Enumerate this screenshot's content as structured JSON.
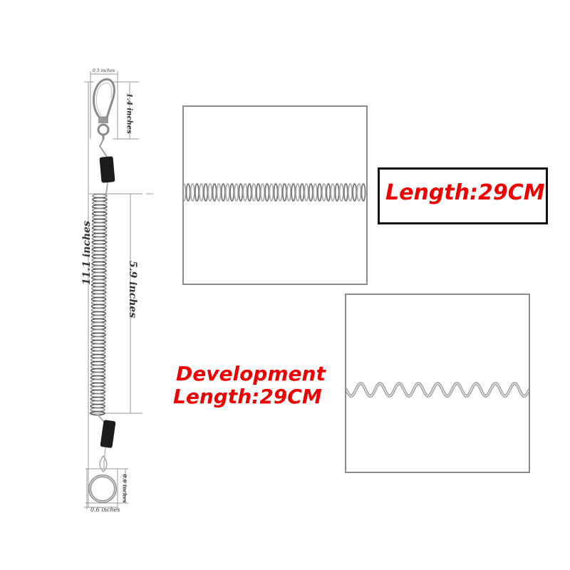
{
  "dimensions": {
    "top_width": "0.5 inches",
    "clip_height": "1.4 inches",
    "total_length": "11.1 inches",
    "coil_length": "5.9 inches",
    "ring_height": "0.6 inches",
    "ring_width": "0.6 inches"
  },
  "callouts": {
    "coiled_length": "Length:29CM",
    "development_line1": "Development",
    "development_line2": "Length:29CM"
  },
  "colors": {
    "callout_text": "#ee0000",
    "panel_border": "#8c8c8c",
    "callout_border": "#111111"
  }
}
